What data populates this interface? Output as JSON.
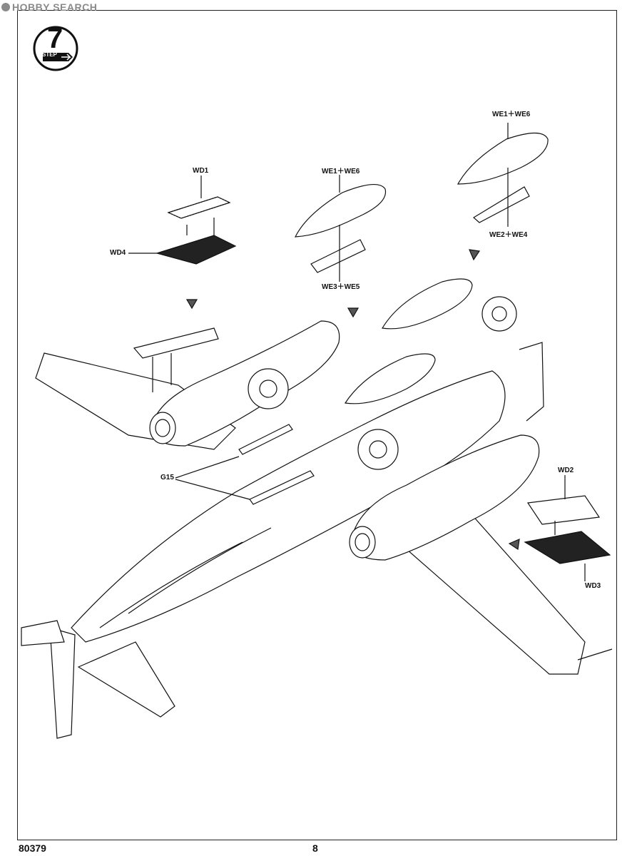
{
  "watermark": {
    "text": "HOBBY SEARCH"
  },
  "step": {
    "number": "7",
    "word": "STEP"
  },
  "labels": {
    "wd1": "WD1",
    "wd4": "WD4",
    "we1_we6_center": "WE1＋WE6",
    "we3_we5": "WE3＋WE5",
    "we1_we6_right": "WE1＋WE6",
    "we2_we4": "WE2＋WE4",
    "g15": "G15",
    "wd2": "WD2",
    "wd3": "WD3"
  },
  "footer": {
    "product_code": "80379",
    "page_number": "8"
  }
}
